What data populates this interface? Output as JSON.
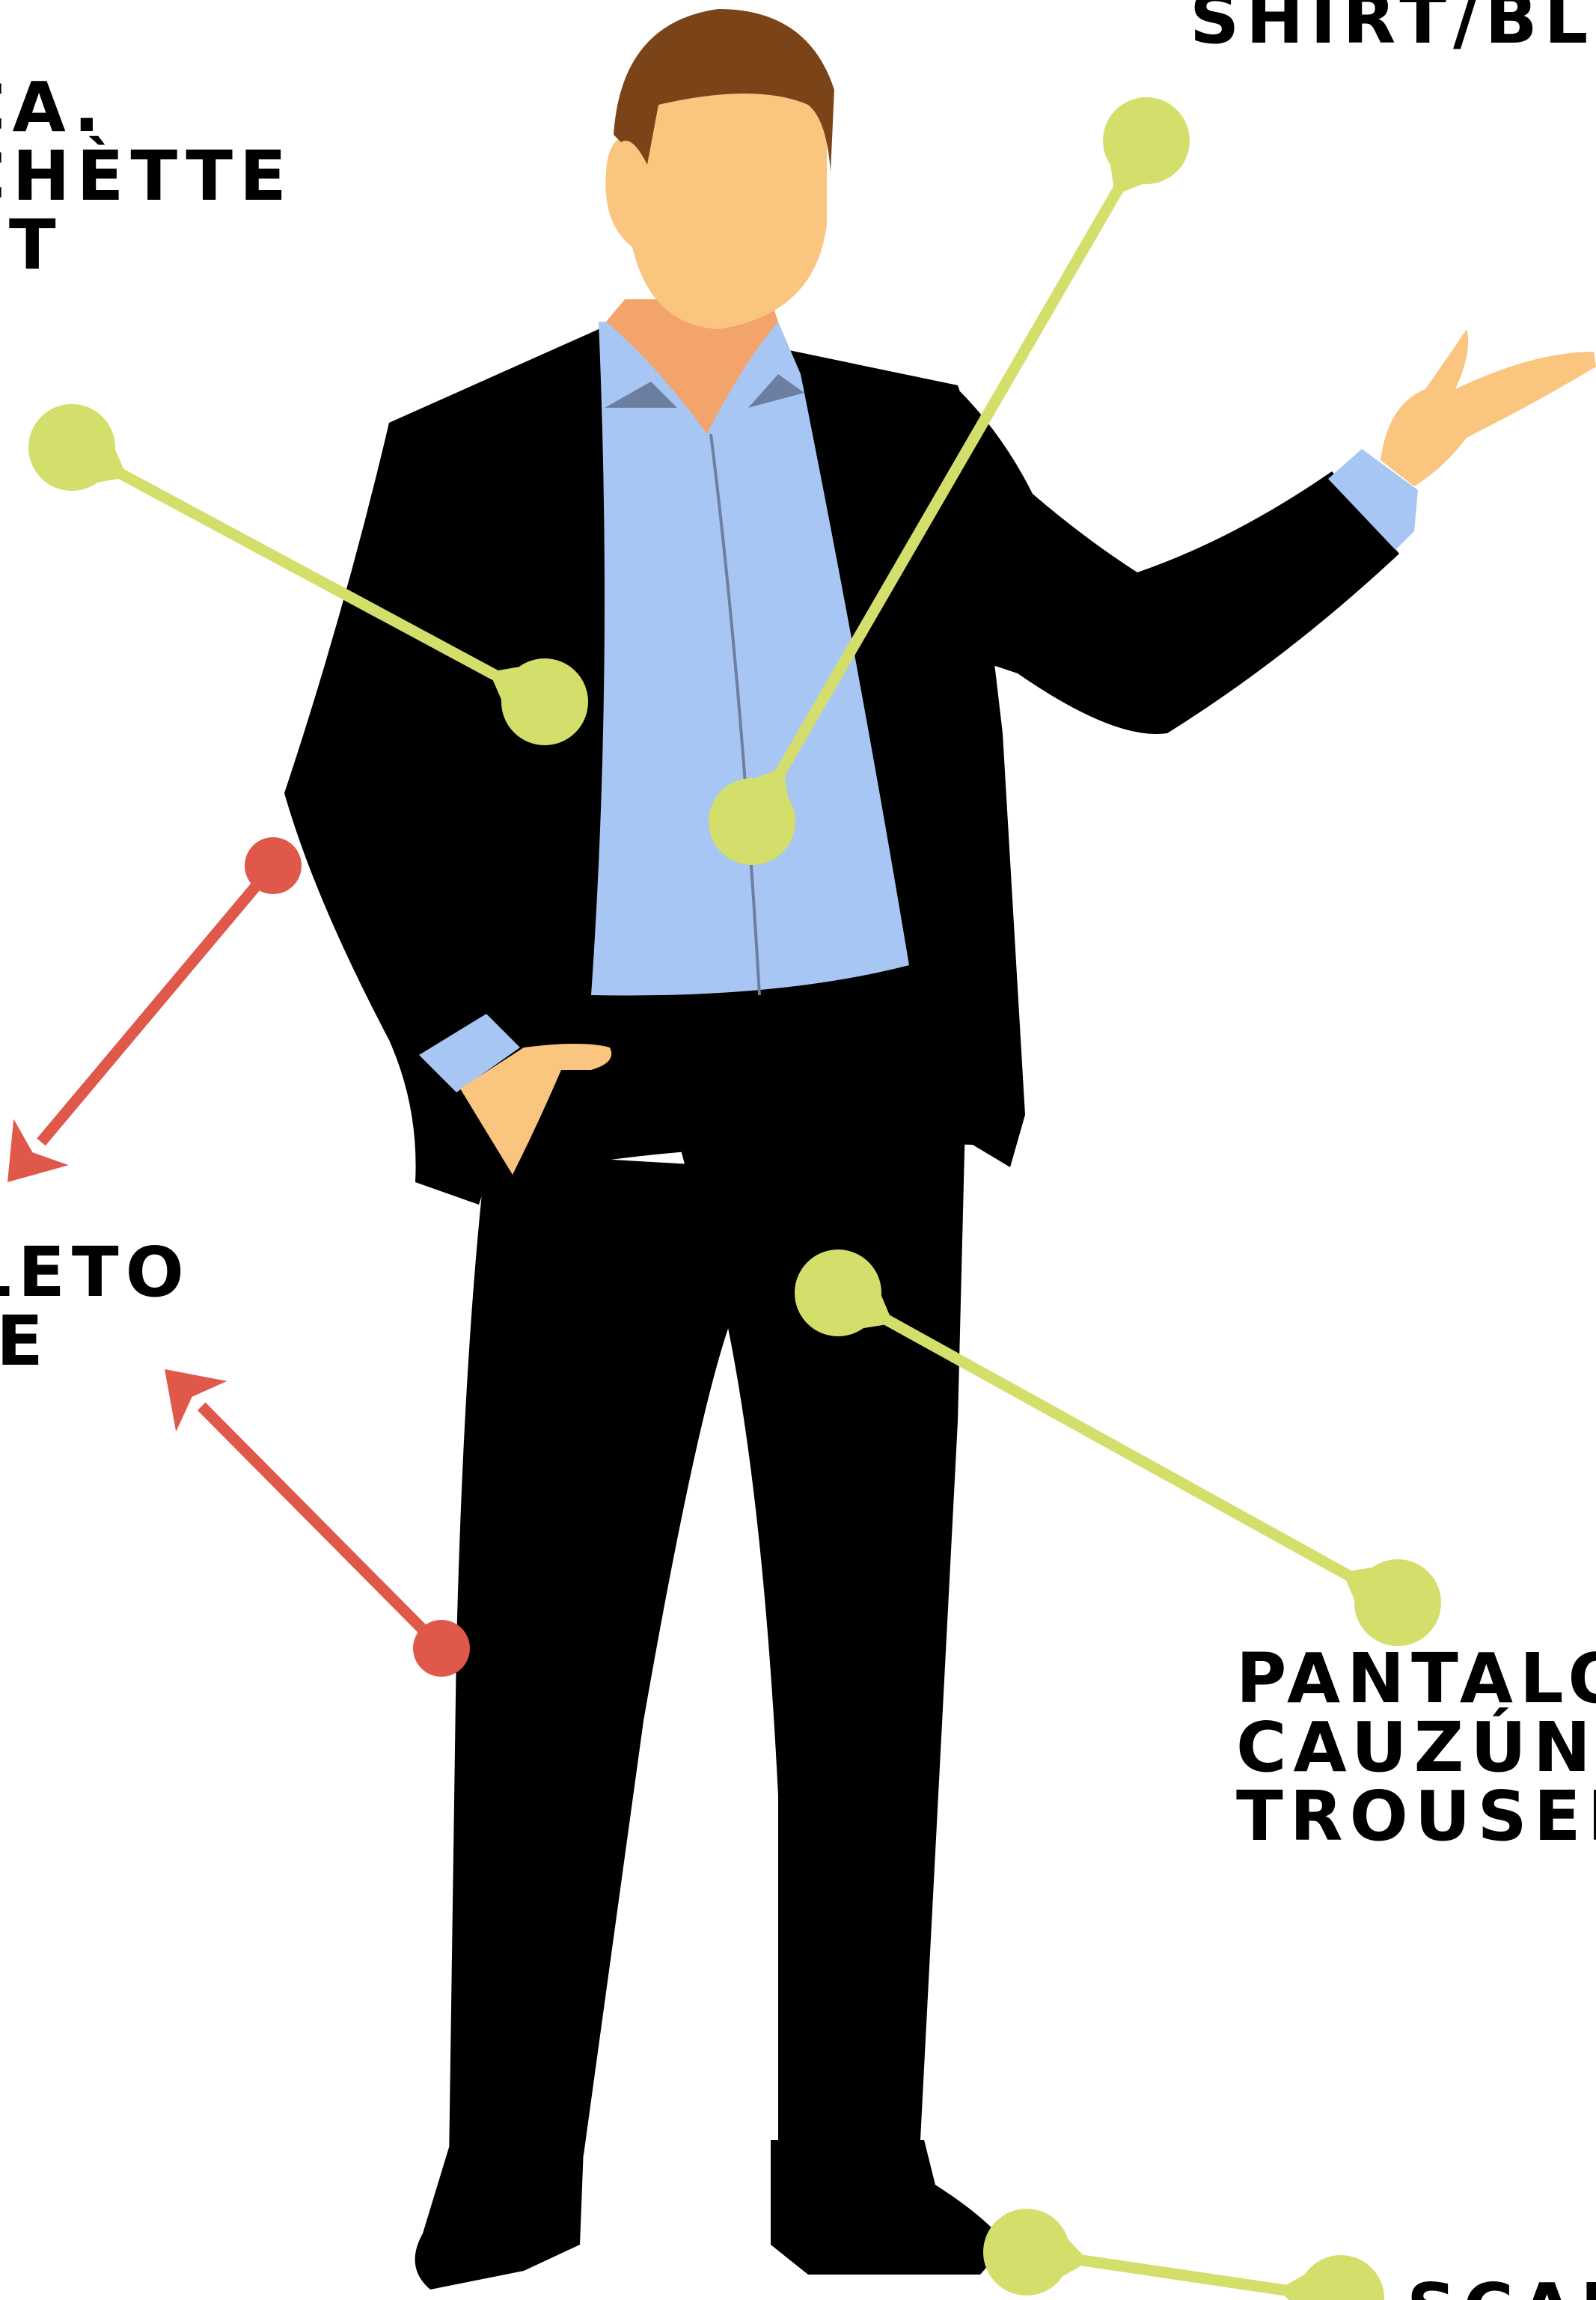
{
  "colors": {
    "pointer_green": "#d4de6a",
    "pointer_red": "#e0584a",
    "suit": "#000000",
    "shirt": "#a8c6f3",
    "shirt_shadow": "#6c7fa0",
    "skin": "#f9c57f",
    "skin_shadow": "#f2a46a",
    "hair": "#7a4318",
    "label_text": "#000000",
    "background": "#ffffff"
  },
  "labels": {
    "jacket": [
      "CA.",
      "CHÈTTE",
      "ET"
    ],
    "suit": [
      "PLETO",
      "ÎTE"
    ],
    "shirt": [
      "SHIRT/BL"
    ],
    "trousers": [
      "PANTALO",
      "CAUZÚNI",
      "TROUSER"
    ],
    "shoes": [
      "SCAR"
    ]
  },
  "icons": {
    "figure": "businessman-illustration",
    "green_pointer": "pin-pointer-icon",
    "red_pointer": "arrow-pointer-icon"
  }
}
